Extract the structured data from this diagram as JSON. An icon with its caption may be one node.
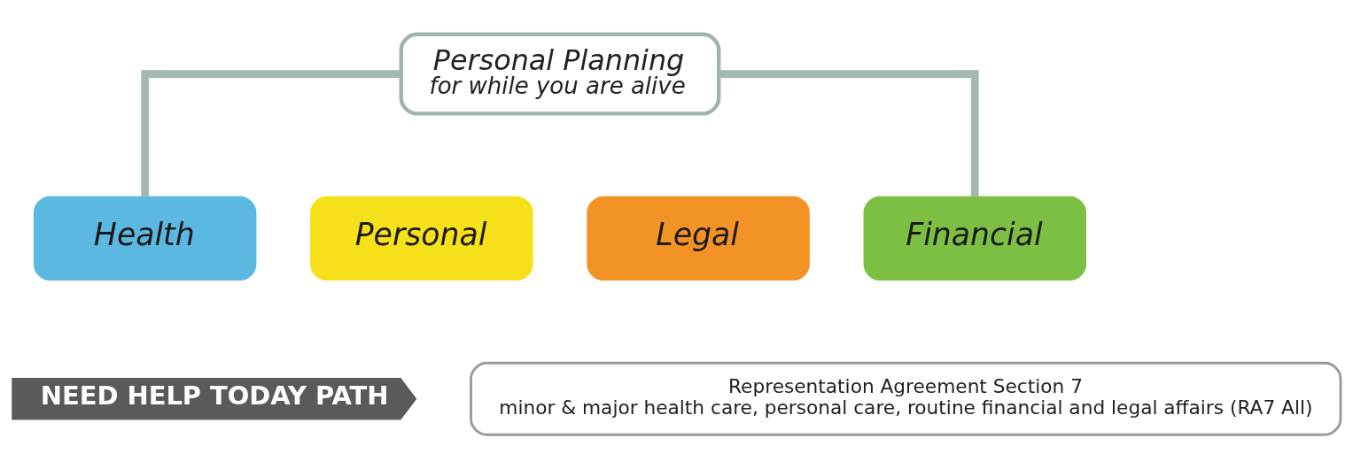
{
  "diagram": {
    "nodes": [
      {
        "text": [
          "Personal Planning",
          "for while you are alive"
        ]
      },
      {
        "text": [
          "Health"
        ]
      },
      {
        "text": [
          "Personal"
        ]
      },
      {
        "text": [
          "Legal"
        ]
      },
      {
        "text": [
          "Financial"
        ]
      },
      {
        "text": [
          "NEED HELP TODAY PATH"
        ]
      },
      {
        "text": [
          "Representation Agreement Section 7",
          "minor & major health care, personal care, routine financial and legal affairs (RA7 All)"
        ]
      }
    ],
    "edges": [
      {
        "from": 0,
        "to": 1,
        "arrow": "none"
      },
      {
        "from": 0,
        "to": 4,
        "arrow": "none"
      }
    ]
  }
}
